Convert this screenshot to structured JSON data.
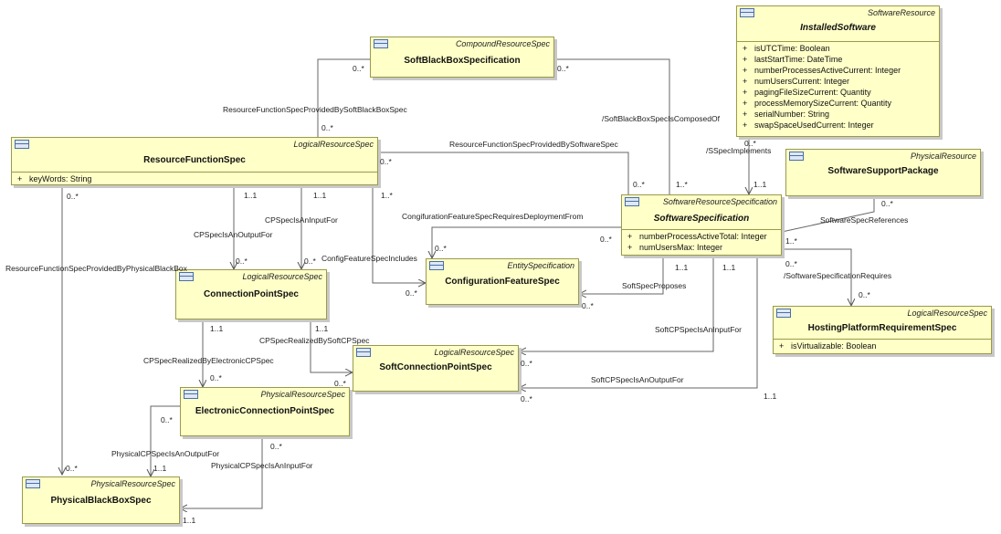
{
  "classes": {
    "installed": {
      "stereotype": "SoftwareResource",
      "name": "InstalledSoftware",
      "attributes": [
        "isUTCTime: Boolean",
        "lastStartTime: DateTime",
        "numberProcessesActiveCurrent: Integer",
        "numUsersCurrent: Integer",
        "pagingFileSizeCurrent: Quantity",
        "processMemorySizeCurrent: Quantity",
        "serialNumber: String",
        "swapSpaceUsedCurrent: Integer"
      ]
    },
    "softblack": {
      "stereotype": "CompoundResourceSpec",
      "name": "SoftBlackBoxSpecification"
    },
    "rfs": {
      "stereotype": "LogicalResourceSpec",
      "name": "ResourceFunctionSpec",
      "attributes": [
        "keyWords: String"
      ]
    },
    "ssp": {
      "stereotype": "PhysicalResource",
      "name": "SoftwareSupportPackage"
    },
    "swspec": {
      "stereotype": "SoftwareResourceSpecification",
      "name": "SoftwareSpecification",
      "attributes": [
        "numberProcessActiveTotal: Integer",
        "numUsersMax: Integer"
      ]
    },
    "cfs": {
      "stereotype": "EntitySpecification",
      "name": "ConfigurationFeatureSpec"
    },
    "cps": {
      "stereotype": "LogicalResourceSpec",
      "name": "ConnectionPointSpec"
    },
    "hprs": {
      "stereotype": "LogicalResourceSpec",
      "name": "HostingPlatformRequirementSpec",
      "attributes": [
        "isVirtualizable: Boolean"
      ]
    },
    "softcps": {
      "stereotype": "LogicalResourceSpec",
      "name": "SoftConnectionPointSpec"
    },
    "ecps": {
      "stereotype": "PhysicalResourceSpec",
      "name": "ElectronicConnectionPointSpec"
    },
    "pbbs": {
      "stereotype": "PhysicalResourceSpec",
      "name": "PhysicalBlackBoxSpec"
    }
  },
  "plus": "+",
  "associations": [
    "ResourceFunctionSpecProvidedBySoftBlackBoxSpec",
    "/SoftBlackBoxSpecIsComposedOf",
    "ResourceFunctionSpecProvidedBySoftwareSpec",
    "/SSpecImplements",
    "SoftwareSpecReferences",
    "CongifurationFeatureSpecRequiresDeploymentFrom",
    "CPSpecIsAnInputFor",
    "CPSpecIsAnOutputFor",
    "ConfigFeatureSpecIncludes",
    "ResourceFunctionSpecProvidedByPhysicalBlackBox",
    "SoftSpecProposes",
    "/SoftwareSpecificationRequires",
    "SoftCPSpecIsAnInputFor",
    "CPSpecRealizedBySoftCPSpec",
    "CPSpecRealizedByElectronicCPSpec",
    "SoftCPSpecIsAnOutputFor",
    "PhysicalCPSpecIsAnOutputFor",
    "PhysicalCPSpecIsAnInputFor"
  ],
  "mult": {
    "m0s": "0..*",
    "m11": "1..1",
    "m1s": "1..*"
  }
}
